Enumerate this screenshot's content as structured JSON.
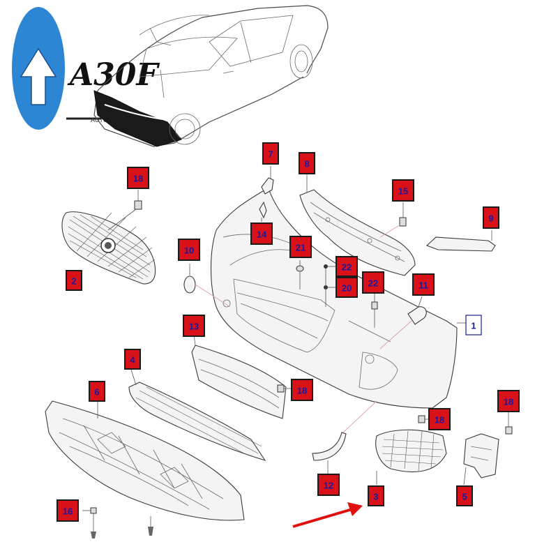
{
  "logo": {
    "text": "A30F",
    "subtext": "AUTO"
  },
  "callouts": [
    {
      "id": "c1",
      "label": "1",
      "style": "plain"
    },
    {
      "id": "c2",
      "label": "2",
      "style": "red"
    },
    {
      "id": "c3",
      "label": "3",
      "style": "red"
    },
    {
      "id": "c4",
      "label": "4",
      "style": "red"
    },
    {
      "id": "c5",
      "label": "5",
      "style": "red"
    },
    {
      "id": "c6",
      "label": "6",
      "style": "red"
    },
    {
      "id": "c7",
      "label": "7",
      "style": "red"
    },
    {
      "id": "c8",
      "label": "8",
      "style": "red"
    },
    {
      "id": "c9",
      "label": "9",
      "style": "red"
    },
    {
      "id": "c10",
      "label": "10",
      "style": "red"
    },
    {
      "id": "c11",
      "label": "11",
      "style": "red"
    },
    {
      "id": "c12",
      "label": "12",
      "style": "red"
    },
    {
      "id": "c13",
      "label": "13",
      "style": "red"
    },
    {
      "id": "c14",
      "label": "14",
      "style": "red"
    },
    {
      "id": "c15",
      "label": "15",
      "style": "red"
    },
    {
      "id": "c16",
      "label": "16",
      "style": "red"
    },
    {
      "id": "c18a",
      "label": "18",
      "style": "red"
    },
    {
      "id": "c18b",
      "label": "18",
      "style": "red"
    },
    {
      "id": "c18c",
      "label": "18",
      "style": "red"
    },
    {
      "id": "c18d",
      "label": "18",
      "style": "red"
    },
    {
      "id": "c20",
      "label": "20",
      "style": "red"
    },
    {
      "id": "c21",
      "label": "21",
      "style": "red"
    },
    {
      "id": "c22a",
      "label": "22",
      "style": "red"
    },
    {
      "id": "c22b",
      "label": "22",
      "style": "red"
    }
  ],
  "colors": {
    "callout_fill": "#d9121a",
    "callout_text": "#1a1aa0",
    "arrow": "#e01010",
    "logo_blue": "#2d86d4"
  }
}
